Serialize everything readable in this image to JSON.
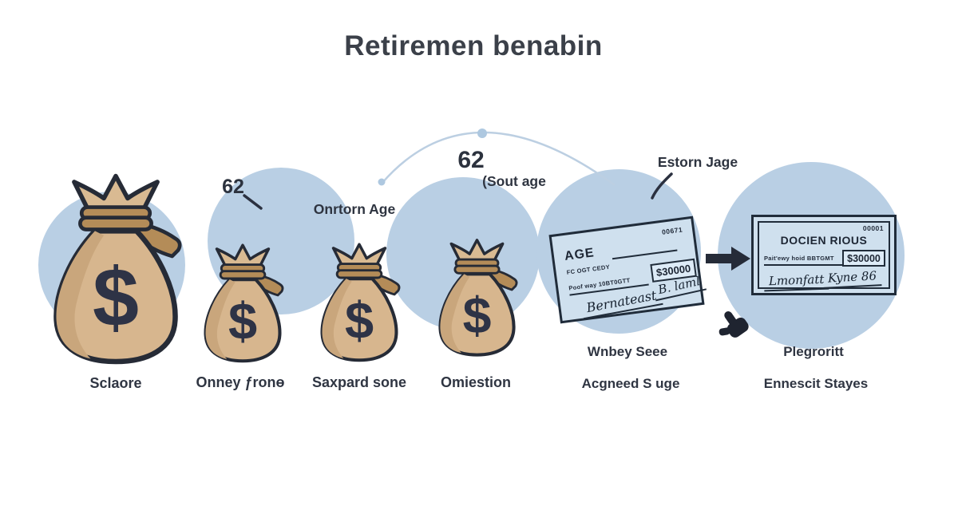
{
  "title": "Retiremen benabin",
  "annotations": {
    "early_age": {
      "number": "62",
      "label": "Onrtorn Age"
    },
    "full_age": {
      "number": "62",
      "label": "(Sout age"
    },
    "late_age": {
      "label": "Estorn Jage"
    }
  },
  "money_bags": [
    {
      "symbol": "$",
      "label": "Sclaore"
    },
    {
      "symbol": "$",
      "label": "Onney ƒronɵ"
    },
    {
      "symbol": "$",
      "label": "Saxpard sone"
    },
    {
      "symbol": "$",
      "label": "Omiestion"
    }
  ],
  "checks": [
    {
      "check_number": "00671",
      "heading": "AGE",
      "subtext": "FC OGT CEDY",
      "memo": "Poof way 10BT0GTT",
      "amount": "$30000",
      "signature": "Bernateast",
      "countersignature": "B. laml",
      "caption": "Wnbey Seee",
      "subcaption": "Acgneed S uge"
    },
    {
      "check_number": "00001",
      "heading": "DOCIEN RIOUS",
      "memo": "Pait'ewy hoid BBTGMT",
      "amount": "$30000",
      "signature": "Lmonfatt",
      "countersignature": "Kyne 86",
      "caption": "Plegroritt",
      "subcaption": "Ennescit Stayes"
    }
  ],
  "colors": {
    "background": "#ffffff",
    "circle_fill": "#b9cfe4",
    "arc_stroke": "#bccfe2",
    "check_fill": "#cfe0ee",
    "outline_dark": "#202c3a",
    "bag_fill": "#d7b68e",
    "bag_shade": "#c9a67c",
    "rope": "#b48c58",
    "dollar": "#2e3346",
    "text": "#2f3542"
  }
}
